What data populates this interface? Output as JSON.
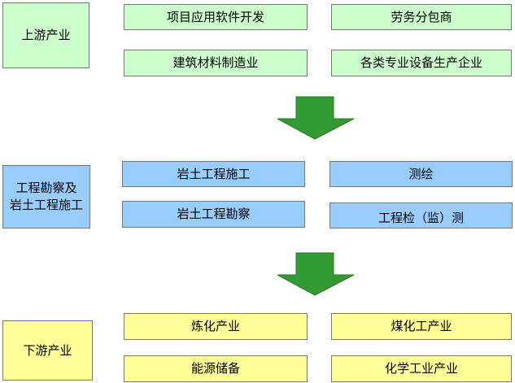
{
  "upstream": {
    "label": "上游产业",
    "items": [
      "项目应用软件开发",
      "劳务分包商",
      "建筑材料制造业",
      "各类专业设备生产企业"
    ]
  },
  "midstream": {
    "label_line1": "工程勘察及",
    "label_line2": "岩土工程施工",
    "items": [
      "岩土工程施工",
      "测绘",
      "岩土工程勘察",
      "工程检（监）测"
    ]
  },
  "downstream": {
    "label": "下游产业",
    "items": [
      "炼化产业",
      "煤化工产业",
      "能源储备",
      "化学工业产业"
    ]
  },
  "colors": {
    "upstream": "#ccffcc",
    "midstream": "#99ccff",
    "downstream": "#ffff99",
    "arrow": "#339933"
  }
}
